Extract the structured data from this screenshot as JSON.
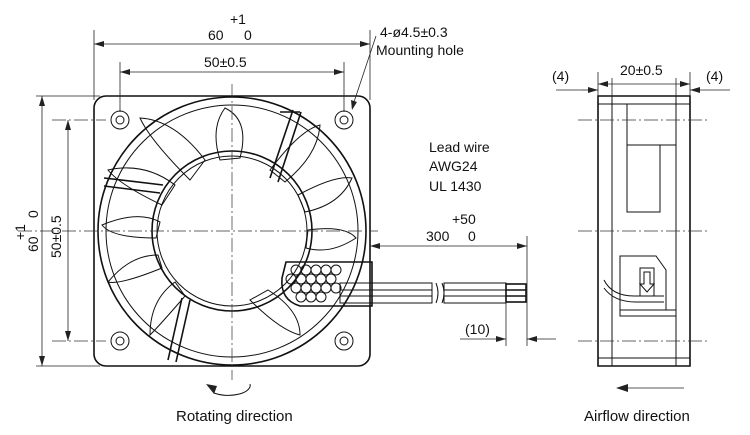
{
  "front_view": {
    "width_dim": {
      "tolerance": "+1",
      "value": "60",
      "lower": "0"
    },
    "hole_pitch_dim": "50±0.5",
    "height_dim": {
      "tolerance": "+1",
      "value": "60",
      "lower": "0"
    },
    "height_pitch_dim": "50±0.5",
    "mounting_hole": {
      "spec": "4-ø4.5±0.3",
      "label": "Mounting hole"
    },
    "rotation_label": "Rotating direction"
  },
  "lead_wire": {
    "title": "Lead wire",
    "gauge": "AWG24",
    "standard": "UL 1430",
    "length_dim": {
      "tolerance": "+50",
      "value": "300",
      "lower": "0"
    },
    "strip_dim": "(10)"
  },
  "side_view": {
    "left_gap": "(4)",
    "depth_dim": "20±0.5",
    "right_gap": "(4)",
    "airflow_label": "Airflow direction"
  }
}
